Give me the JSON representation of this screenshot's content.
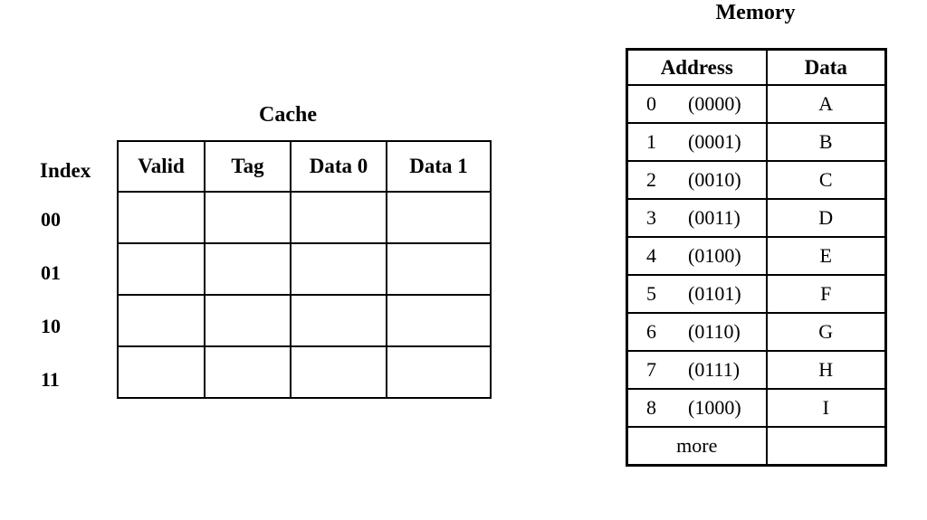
{
  "colors": {
    "background": "#ffffff",
    "border": "#000000",
    "text": "#000000"
  },
  "cache": {
    "title": "Cache",
    "index_label": "Index",
    "row_labels": [
      "00",
      "01",
      "10",
      "11"
    ],
    "columns": [
      "Valid",
      "Tag",
      "Data 0",
      "Data 1"
    ],
    "empty_rows": 4,
    "cell_values": [
      [
        "",
        "",
        "",
        ""
      ],
      [
        "",
        "",
        "",
        ""
      ],
      [
        "",
        "",
        "",
        ""
      ],
      [
        "",
        "",
        "",
        ""
      ]
    ]
  },
  "memory": {
    "title": "Memory",
    "columns": [
      "Address",
      "Data"
    ],
    "rows": [
      {
        "dec": "0",
        "bin": "(0000)",
        "data": "A"
      },
      {
        "dec": "1",
        "bin": "(0001)",
        "data": "B"
      },
      {
        "dec": "2",
        "bin": "(0010)",
        "data": "C"
      },
      {
        "dec": "3",
        "bin": "(0011)",
        "data": "D"
      },
      {
        "dec": "4",
        "bin": "(0100)",
        "data": "E"
      },
      {
        "dec": "5",
        "bin": "(0101)",
        "data": "F"
      },
      {
        "dec": "6",
        "bin": "(0110)",
        "data": "G"
      },
      {
        "dec": "7",
        "bin": "(0111)",
        "data": "H"
      },
      {
        "dec": "8",
        "bin": "(1000)",
        "data": "I"
      }
    ],
    "more_label": "more",
    "more_data": ""
  }
}
